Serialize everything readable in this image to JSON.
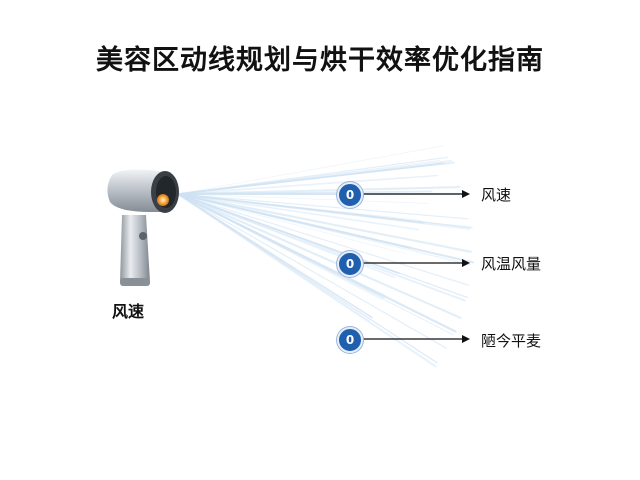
{
  "title": "美容区动线规划与烘干效率优化指南",
  "dryer_label": "风速",
  "badges": [
    {
      "number": "0",
      "label": "风速"
    },
    {
      "number": "0",
      "label": "风温风量"
    },
    {
      "number": "0",
      "label": "陋今平麦"
    }
  ],
  "icons": {
    "dryer": "hair-dryer-icon",
    "airflow": "airflow-stream"
  },
  "colors": {
    "badge_fill": "#1f5fae",
    "airflow": "#cfe2f3",
    "dryer_metal": "#b8bec6",
    "nozzle_glow": "#ffb347"
  }
}
